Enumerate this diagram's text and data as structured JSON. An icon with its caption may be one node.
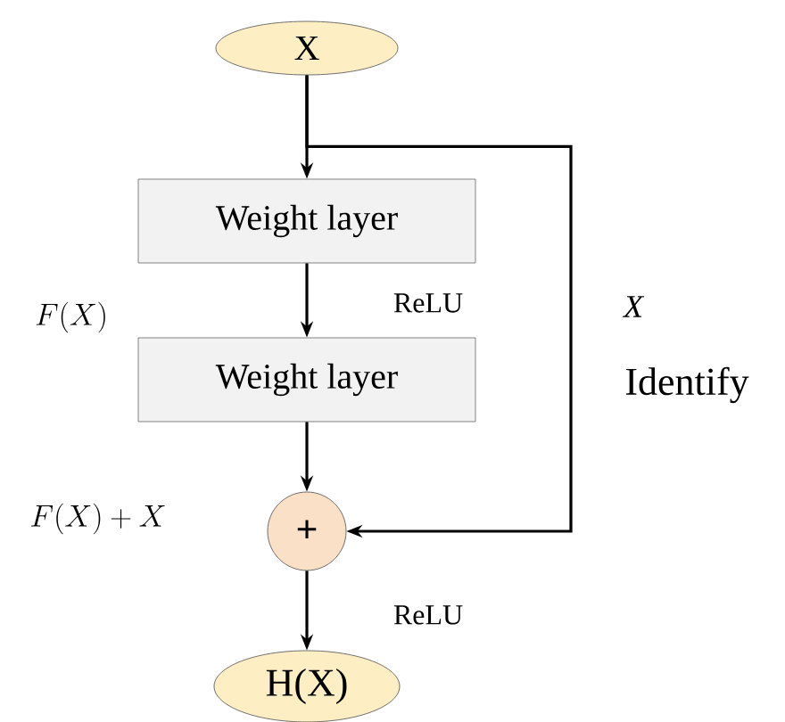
{
  "diagram": {
    "nodes": [
      {
        "text": [
          "X"
        ]
      },
      {
        "text": [
          "Weight layer"
        ]
      },
      {
        "text": [
          "Weight layer"
        ]
      },
      {
        "text": [
          "+"
        ]
      },
      {
        "text": [
          "H(X)"
        ]
      }
    ],
    "edges": [
      {
        "from": 0,
        "to": 1,
        "arrow": "to"
      },
      {
        "from": 1,
        "to": 2,
        "arrow": "to"
      },
      {
        "from": 2,
        "to": 3,
        "arrow": "to"
      },
      {
        "from": 0,
        "to": 3,
        "arrow": "to",
        "label": "X"
      },
      {
        "from": 3,
        "to": 4,
        "arrow": "to"
      }
    ],
    "labels": [
      "F(X)",
      "ReLU",
      "Identify",
      "F(X) + X",
      "ReLU"
    ]
  }
}
